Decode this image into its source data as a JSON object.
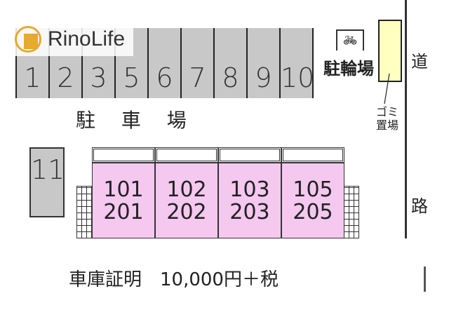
{
  "logo": {
    "text": "RinoLife",
    "brand_color": "#e5aa2e"
  },
  "parking": {
    "label": "駐 車 場",
    "slots": [
      "1",
      "2",
      "3",
      "5",
      "6",
      "7",
      "8",
      "9",
      "10"
    ],
    "extra_slot": "11",
    "slot_color": "#c8c8c8"
  },
  "bicycle": {
    "icon": "bicycle-icon",
    "label": "駐輪場"
  },
  "garbage": {
    "label_line1": "ゴミ",
    "label_line2": "置場",
    "color": "#ffffc0"
  },
  "road": {
    "char1": "道",
    "char2": "路"
  },
  "building": {
    "unit_color": "#f5c8f0",
    "units": [
      {
        "lower": "101",
        "upper": "201"
      },
      {
        "lower": "102",
        "upper": "202"
      },
      {
        "lower": "103",
        "upper": "203"
      },
      {
        "lower": "105",
        "upper": "205"
      }
    ]
  },
  "note": "車庫証明　10,000円＋税"
}
